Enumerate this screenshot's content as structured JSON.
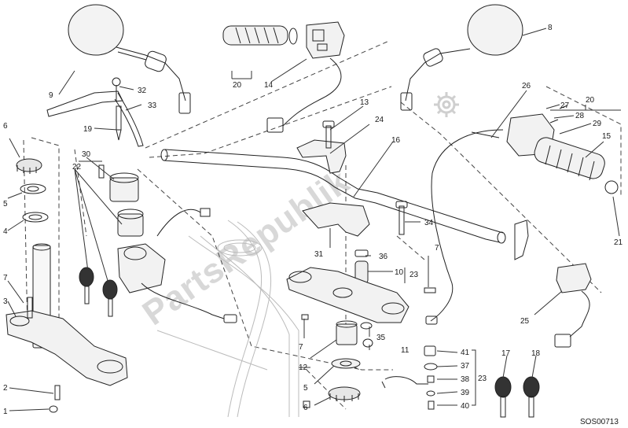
{
  "diagram": {
    "drawing_code": "SOS00713",
    "watermark": "PartsRepublik",
    "callouts": [
      {
        "id": "c1",
        "text": "1"
      },
      {
        "id": "c2",
        "text": "2"
      },
      {
        "id": "c3",
        "text": "3"
      },
      {
        "id": "c4",
        "text": "4"
      },
      {
        "id": "c5a",
        "text": "5"
      },
      {
        "id": "c5b",
        "text": "5"
      },
      {
        "id": "c6a",
        "text": "6"
      },
      {
        "id": "c6b",
        "text": "6"
      },
      {
        "id": "c7a",
        "text": "7"
      },
      {
        "id": "c7b",
        "text": "7"
      },
      {
        "id": "c7c",
        "text": "7"
      },
      {
        "id": "c8",
        "text": "8"
      },
      {
        "id": "c9",
        "text": "9"
      },
      {
        "id": "c10",
        "text": "10"
      },
      {
        "id": "c11",
        "text": "11"
      },
      {
        "id": "c12",
        "text": "12"
      },
      {
        "id": "c13",
        "text": "13"
      },
      {
        "id": "c14",
        "text": "14"
      },
      {
        "id": "c15",
        "text": "15"
      },
      {
        "id": "c16",
        "text": "16"
      },
      {
        "id": "c17",
        "text": "17"
      },
      {
        "id": "c18",
        "text": "18"
      },
      {
        "id": "c19",
        "text": "19"
      },
      {
        "id": "c20a",
        "text": "20"
      },
      {
        "id": "c20b",
        "text": "20"
      },
      {
        "id": "c21",
        "text": "21"
      },
      {
        "id": "c22",
        "text": "22"
      },
      {
        "id": "c23a",
        "text": "23"
      },
      {
        "id": "c23b",
        "text": "23"
      },
      {
        "id": "c24",
        "text": "24"
      },
      {
        "id": "c25",
        "text": "25"
      },
      {
        "id": "c26",
        "text": "26"
      },
      {
        "id": "c27",
        "text": "27"
      },
      {
        "id": "c28",
        "text": "28"
      },
      {
        "id": "c29",
        "text": "29"
      },
      {
        "id": "c30",
        "text": "30"
      },
      {
        "id": "c31",
        "text": "31"
      },
      {
        "id": "c32",
        "text": "32"
      },
      {
        "id": "c33",
        "text": "33"
      },
      {
        "id": "c34",
        "text": "34"
      },
      {
        "id": "c35",
        "text": "35"
      },
      {
        "id": "c36",
        "text": "36"
      },
      {
        "id": "c37",
        "text": "37"
      },
      {
        "id": "c38",
        "text": "38"
      },
      {
        "id": "c39",
        "text": "39"
      },
      {
        "id": "c40",
        "text": "40"
      },
      {
        "id": "c41",
        "text": "41"
      }
    ]
  }
}
